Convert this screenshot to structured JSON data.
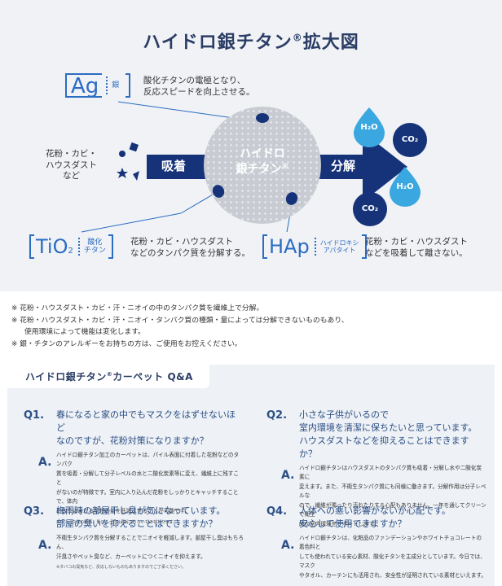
{
  "diagram": {
    "title": "ハイドロ銀チタン",
    "title_mark": "®",
    "title_suffix": "拡大図",
    "center_line1": "ハイドロ",
    "center_line2": "銀チタン",
    "center_mark": "®",
    "adsorb_label": "吸着",
    "decompose_label": "分解",
    "pollen_label_line1": "花粉・カビ・",
    "pollen_label_line2": "ハウスダスト",
    "pollen_label_line3": "など",
    "ag": {
      "symbol": "Ag",
      "name": "銀",
      "desc_line1": "酸化チタンの電極となり、",
      "desc_line2": "反応スピードを向上させる。"
    },
    "tio2": {
      "symbol": "TiO",
      "subscript": "2",
      "name_line1": "酸化",
      "name_line2": "チタン",
      "desc_line1": "花粉・カビ・ハウスダスト",
      "desc_line2": "などのタンパク質を分解する。"
    },
    "hap": {
      "symbol": "HAp",
      "name_line1": "ハイドロキシ",
      "name_line2": "アパタイト",
      "desc_line1": "花粉・カビ・ハウスダスト",
      "desc_line2": "などを吸着して離さない。"
    },
    "molecules": {
      "h2o_a": "H₂O",
      "co2_a": "CO₂",
      "h2o_b": "H₂O",
      "co2_b": "CO₂"
    },
    "colors": {
      "navy": "#16337a",
      "blue": "#2b6cc4",
      "drop": "#3aa7e0",
      "bg": "#f0f2f5"
    }
  },
  "notes": [
    "※ 花粉・ハウスダスト・カビ・汗・ニオイの中のタンパク質を繊維上で分解。",
    "※ 花粉・ハウスダスト・カビ・汗・ニオイ・タンパク質の種類・量によっては分解できないものもあり、",
    "使用環境によって機能は変化します。",
    "※ 銀・チタンのアレルギーをお持ちの方は、ご使用をお控えください。"
  ],
  "qa": {
    "title": "ハイドロ銀チタン",
    "title_mark": "®",
    "title_suffix": "カーペット Q&A",
    "items": [
      {
        "num": "Q1.",
        "q_line1": "春になると家の中でもマスクをはずせないほど",
        "q_line2": "なのですが、花粉対策になりますか？",
        "a_mark": "A.",
        "a_line1": "ハイドロ銀チタン加工のカーペットは、パイル表面に付着した花粉などのタンパク",
        "a_line2": "質を吸着・分解して分子レベルの水と二酸化炭素等に変え、繊維上に残すこと",
        "a_line3": "がないのが特徴です。室内に入り込んだ花粉をしっかりとキャッチすることで、体内",
        "a_line4": "に取り込まれる花粉の量を低減させることが可能です。",
        "a_note": "※タンパク質の種類、量によっては分解できないものもあります。"
      },
      {
        "num": "Q2.",
        "q_line1": "小さな子供がいるので",
        "q_line2": "室内環境を清潔に保ちたいと思っています。",
        "q_line3": "ハウスダストなどを抑えることはできますか？",
        "a_mark": "A.",
        "a_line1": "ハイドロ銀チタンはハウスダストのタンパク質も吸着・分解し水や二酸化炭素に",
        "a_line2": "変えます。また、不衛生タンパク質にも同様に働きます。分解作用は分子レベルな",
        "a_line3": "ので、繊維が濁ったり汚れたりする心配もありません。一年を通してクリーンで衛生",
        "a_line4": "的な室内環境をサポートします。"
      },
      {
        "num": "Q3.",
        "q_line1": "梅雨時の部屋干し臭が気になっています。",
        "q_line2": "部屋の臭いを抑えることはできますか？",
        "a_mark": "A.",
        "a_line1": "不衛生タンパク質を分解することでニオイを軽減します。部屋干し臭はもちろん、",
        "a_line2": "汗臭さやペット臭など、カーペットにつくニオイを抑えます。",
        "a_note": "※タバコの臭気など、反応しないものもありますのでご了承ください。"
      },
      {
        "num": "Q4.",
        "q_line1": "人体への悪い影響がないか心配です。",
        "q_line2": "安心して使用できますか？",
        "a_mark": "A.",
        "a_line1": "ハイドロ銀チタンは、化粧品のファンデーションやホワイトチョコレートの着色料と",
        "a_line2": "しても使われている安心素材、酸化チタンを主成分としています。今日では、マスク",
        "a_line3": "やタオル、カーテンにも活用され、安全性が証明されている素材といえます。"
      }
    ]
  }
}
